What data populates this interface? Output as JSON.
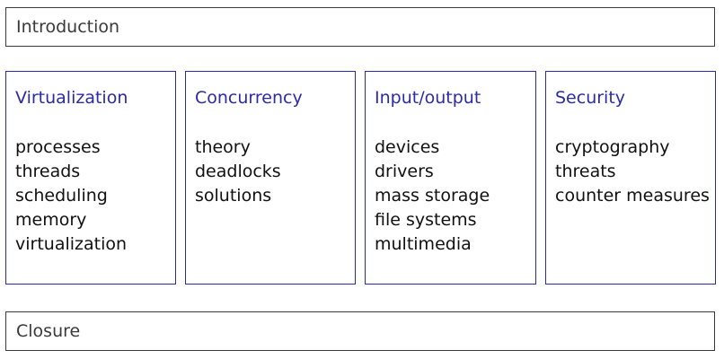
{
  "header": {
    "label": "Introduction"
  },
  "topics": [
    {
      "title": "Virtualization",
      "items": [
        "processes",
        "threads",
        "scheduling",
        "memory",
        "virtualization"
      ]
    },
    {
      "title": "Concurrency",
      "items": [
        "theory",
        "deadlocks",
        "solutions"
      ]
    },
    {
      "title": "Input/output",
      "items": [
        "devices",
        "drivers",
        "mass storage",
        "file systems",
        "multimedia"
      ]
    },
    {
      "title": "Security",
      "items": [
        "cryptography",
        "threats",
        "counter measures"
      ]
    }
  ],
  "footer": {
    "label": "Closure"
  },
  "colors": {
    "topic_accent": "#2b2ba8",
    "frame": "#3a3a3a",
    "text": "#111111"
  }
}
